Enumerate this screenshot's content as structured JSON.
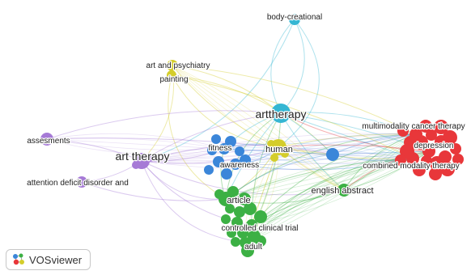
{
  "logo": {
    "text": "VOSviewer"
  },
  "colors": {
    "red": "#e8373a",
    "green": "#3cb044",
    "blue": "#3b86d9",
    "yellow": "#d4cd2b",
    "purple": "#a67ad6",
    "cyan": "#34b6d3"
  },
  "nodes": {
    "body_creational": {
      "label": "body-creational",
      "cluster": "cyan"
    },
    "arttherapy": {
      "label": "arttherapy",
      "cluster": "cyan"
    },
    "art_psychiatry": {
      "label": "art and psychiatry",
      "cluster": "yellow"
    },
    "painting": {
      "label": "painting",
      "cluster": "yellow"
    },
    "human": {
      "label": "human",
      "cluster": "yellow"
    },
    "assesments": {
      "label": "assesments",
      "cluster": "purple"
    },
    "art_therapy": {
      "label": "art therapy",
      "cluster": "purple"
    },
    "adhd": {
      "label": "attention deficit disorder and",
      "cluster": "purple"
    },
    "fitness": {
      "label": "fitness",
      "cluster": "blue"
    },
    "awareness": {
      "label": "awareness",
      "cluster": "blue"
    },
    "multimodality": {
      "label": "multimodality cancer therapy",
      "cluster": "red"
    },
    "depression": {
      "label": "depression",
      "cluster": "red"
    },
    "combined": {
      "label": "combined modality therapy",
      "cluster": "red"
    },
    "english_abstract": {
      "label": "english abstract",
      "cluster": "green"
    },
    "article": {
      "label": "article",
      "cluster": "green"
    },
    "rct": {
      "label": "controlled clinical trial",
      "cluster": "green"
    },
    "adult": {
      "label": "adult",
      "cluster": "green"
    }
  }
}
